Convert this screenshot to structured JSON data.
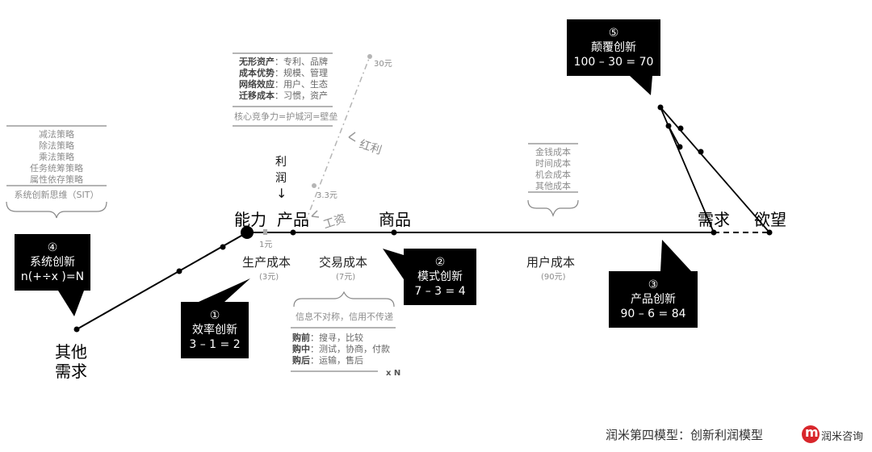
{
  "nodes": {
    "capability": "能力",
    "product": "产品",
    "goods": "商品",
    "demand": "需求",
    "desire": "欲望",
    "other_demand_1": "其他",
    "other_demand_2": "需求"
  },
  "costs": {
    "production": {
      "label": "生产成本",
      "value": "(3元)"
    },
    "transaction": {
      "label": "交易成本",
      "value": "(7元)"
    },
    "user": {
      "label": "用户成本",
      "value": "(90元)"
    }
  },
  "small_labels": {
    "one_yuan": "1元",
    "profit_top": "30元",
    "profit_mid": "3.3元",
    "dividend": "红利",
    "wage": "工资"
  },
  "moat": {
    "rows": [
      {
        "key": "无形资产",
        "value": "：专利、品牌"
      },
      {
        "key": "成本优势",
        "value": "：规模、管理"
      },
      {
        "key": "网络效应",
        "value": "：用户、生态"
      },
      {
        "key": "迁移成本",
        "value": "：习惯，资产"
      }
    ],
    "footer": "核心竞争力=护城河=壁垒"
  },
  "profit_vertical": {
    "line1": "利",
    "line2": "润",
    "arrow": "↓"
  },
  "sit": {
    "items": [
      "减法策略",
      "除法策略",
      "乘法策略",
      "任务统筹策略",
      "属性依存策略"
    ],
    "footer": "系统创新思维（SIT）"
  },
  "user_costs_list": [
    "金钱成本",
    "时间成本",
    "机会成本",
    "其他成本"
  ],
  "info": {
    "header": "信息不对称，信用不传递",
    "rows": [
      {
        "key": "购前",
        "value": "：搜寻，比较"
      },
      {
        "key": "购中",
        "value": "：测试，协商，付款"
      },
      {
        "key": "购后",
        "value": "：运输，售后"
      }
    ],
    "times": "x N"
  },
  "callouts": {
    "c1": {
      "num": "①",
      "title": "效率创新",
      "formula": "3 – 1 = 2"
    },
    "c2": {
      "num": "②",
      "title": "模式创新",
      "formula": "7 – 3 = 4"
    },
    "c3": {
      "num": "③",
      "title": "产品创新",
      "formula": "90 – 6 = 84"
    },
    "c4": {
      "num": "④",
      "title": "系统创新",
      "formula": "n(+÷x )=N"
    },
    "c5": {
      "num": "⑤",
      "title": "颠覆创新",
      "formula": "100 – 30 = 70"
    }
  },
  "footer": {
    "title": "润米第四模型：创新利润模型",
    "logo_letter": "m",
    "brand": "润米咨询"
  },
  "colors": {
    "accent_logo": "#d8262b",
    "callout_bg": "#000000",
    "muted": "#8c8c8c"
  }
}
